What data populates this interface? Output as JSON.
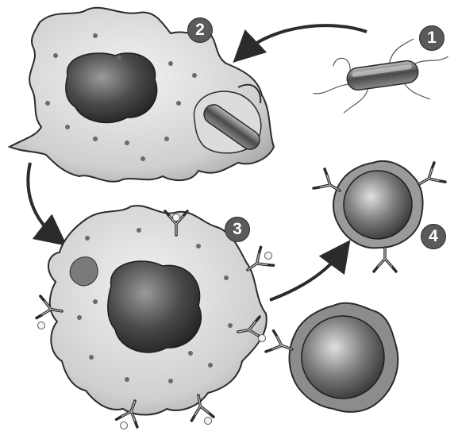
{
  "steps": [
    {
      "number": "1"
    },
    {
      "number": "2"
    },
    {
      "number": "3"
    },
    {
      "number": "4"
    }
  ],
  "colors": {
    "ink": "#2b2b2b",
    "cell_fill": "#c9c9c9",
    "cell_light": "#e6e6e6",
    "nucleus": "#3e3e3e",
    "badge": "#5a5a5a"
  },
  "icons": {
    "bacterium": "bacterium-icon",
    "phagocyte": "phagocyte-cell",
    "antigen_presenting": "antigen-presenting-cell",
    "lymphocyte": "lymphocyte-cell",
    "antibody": "antibody-icon"
  }
}
